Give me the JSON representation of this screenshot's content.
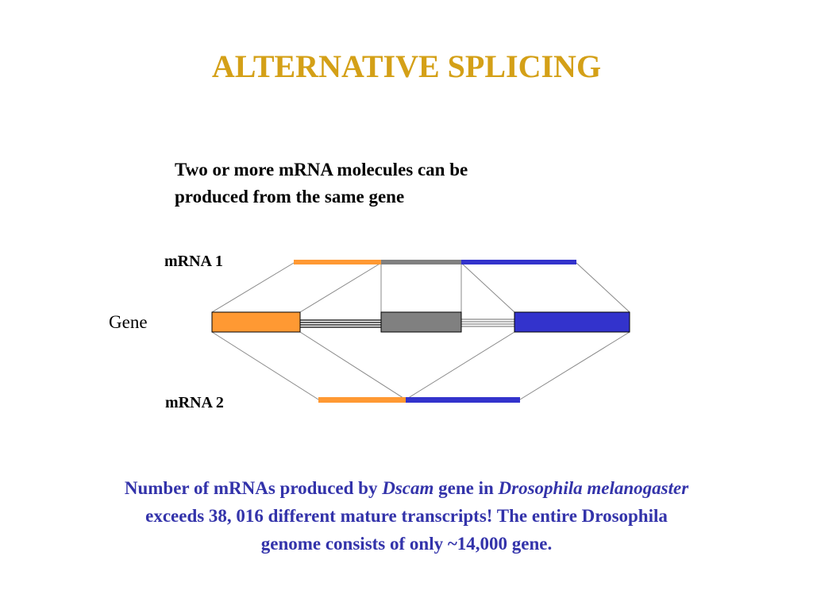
{
  "title": "ALTERNATIVE SPLICING",
  "intro": {
    "line1": "Two or more mRNA molecules can be",
    "line2": "produced from the same gene"
  },
  "labels": {
    "mrna1": "mRNA 1",
    "gene": "Gene",
    "mrna2": "mRNA 2"
  },
  "colors": {
    "title": "#d4a017",
    "exon1": "#ff9933",
    "exon2": "#808080",
    "exon3": "#3333cc",
    "footer": "#3333aa"
  },
  "footer": {
    "p1": "Number of mRNAs produced by ",
    "i1": "Dscam",
    "p2": " gene in ",
    "i2": "Drosophila melanogaster",
    "line2": "exceeds 38, 016 different mature transcripts! The entire Drosophila",
    "line3": "genome consists of only ~14,000 gene."
  }
}
